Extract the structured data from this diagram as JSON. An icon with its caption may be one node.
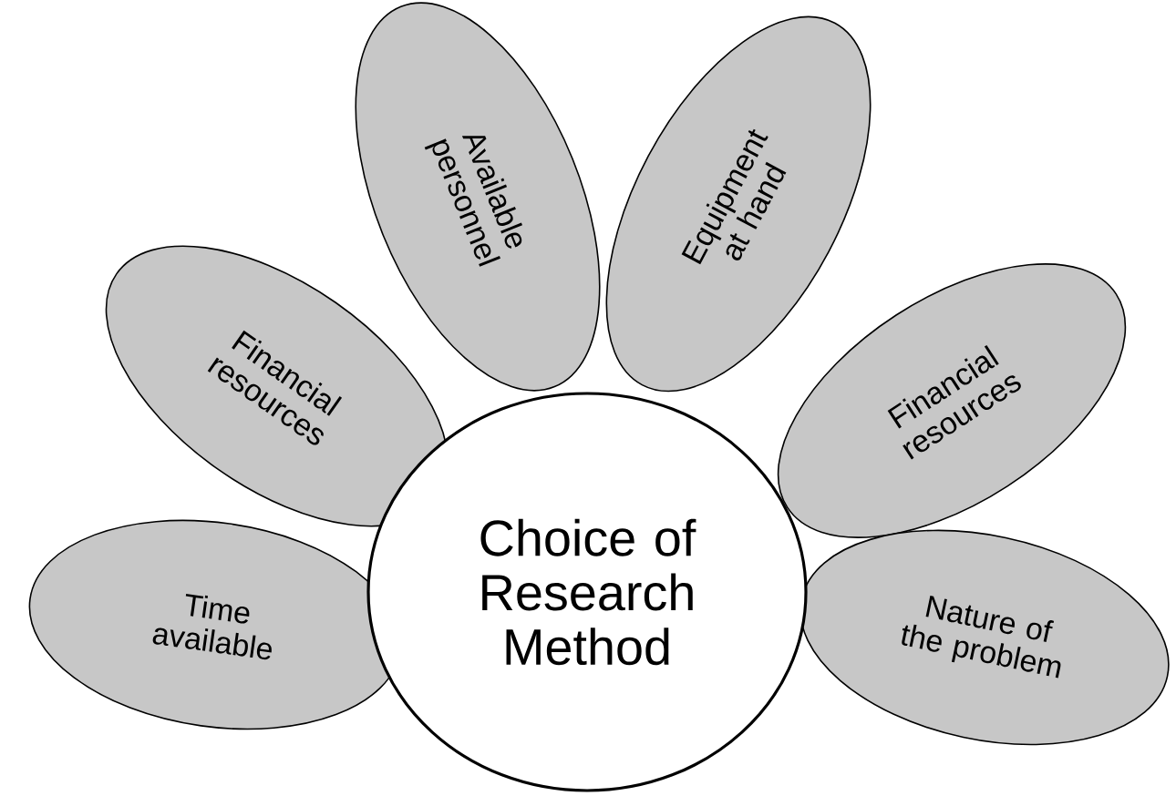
{
  "diagram": {
    "nodes": [
      {
        "text": [
          "Time available"
        ]
      },
      {
        "text": [
          "Financial resources"
        ]
      },
      {
        "text": [
          "Available personnel"
        ]
      },
      {
        "text": [
          "Equipment at hand"
        ]
      },
      {
        "text": [
          "Financial resources"
        ]
      },
      {
        "text": [
          "Nature of the problem"
        ]
      },
      {
        "text": [
          "Choice of Research Method"
        ]
      }
    ]
  }
}
